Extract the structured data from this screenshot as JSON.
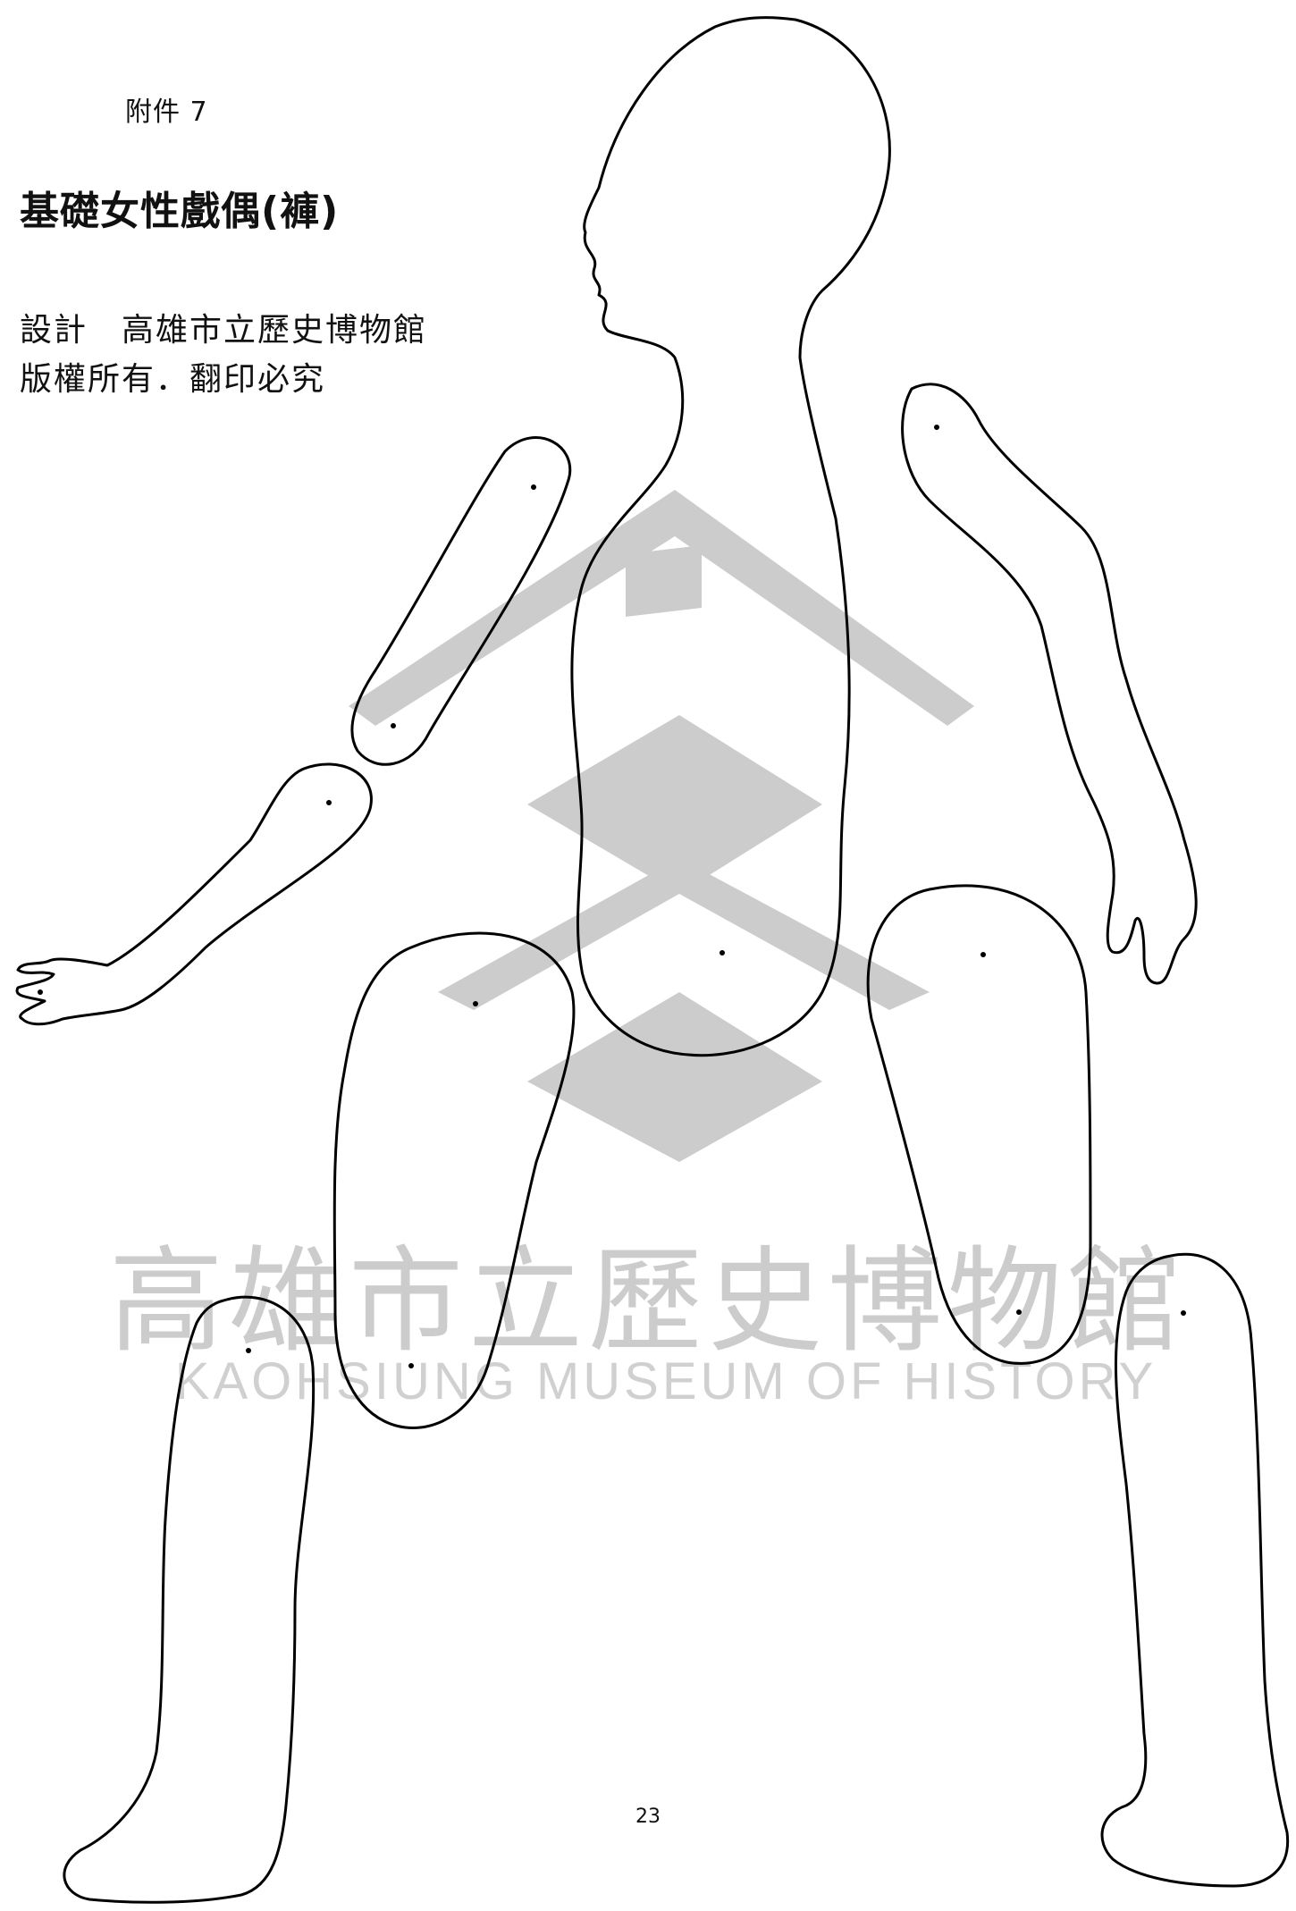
{
  "header": {
    "attachment": "附件 7",
    "title": "基礎女性戲偶(褲)",
    "design_line": "設計　高雄市立歷史博物館",
    "copyright_line": "版權所有．翻印必究"
  },
  "watermark": {
    "name_cn": "高雄市立歷史博物館",
    "name_en": "KAOHSIUNG MUSEUM OF HISTORY",
    "color": "#c8c8c8"
  },
  "outline_color": "#000000",
  "page_number": "23"
}
